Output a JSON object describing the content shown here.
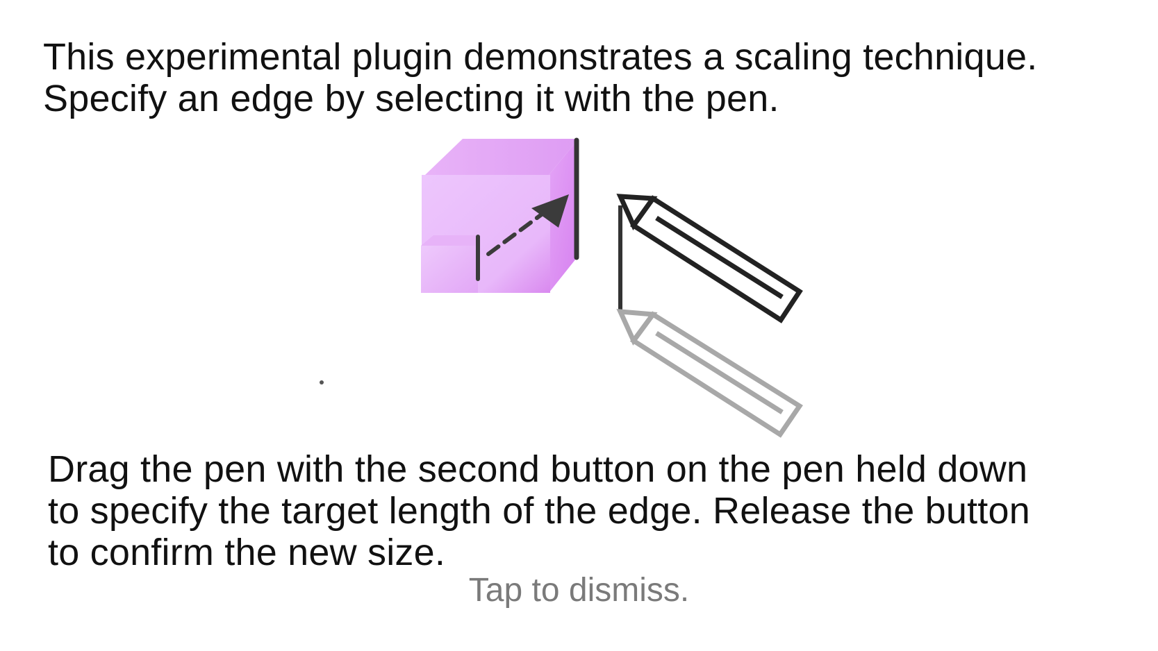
{
  "intro": {
    "line1": "This experimental plugin demonstrates a scaling technique.",
    "line2": "Specify an edge by selecting it with the pen."
  },
  "instructions": {
    "line1": "Drag the pen with the second button on the pen held down",
    "line2": "to specify the target length of the edge. Release the button",
    "line3": "to confirm the new size."
  },
  "dismiss": {
    "label": "Tap to dismiss."
  },
  "illustration": {
    "cube_color": "#e9c2fb",
    "cube_accent": "#d97ef0",
    "pen_color": "#222222",
    "ghost_pen_color": "#a8a8a8",
    "icons": [
      "cube-icon",
      "scale-arrow-icon",
      "pen-icon",
      "ghost-pen-icon"
    ]
  }
}
